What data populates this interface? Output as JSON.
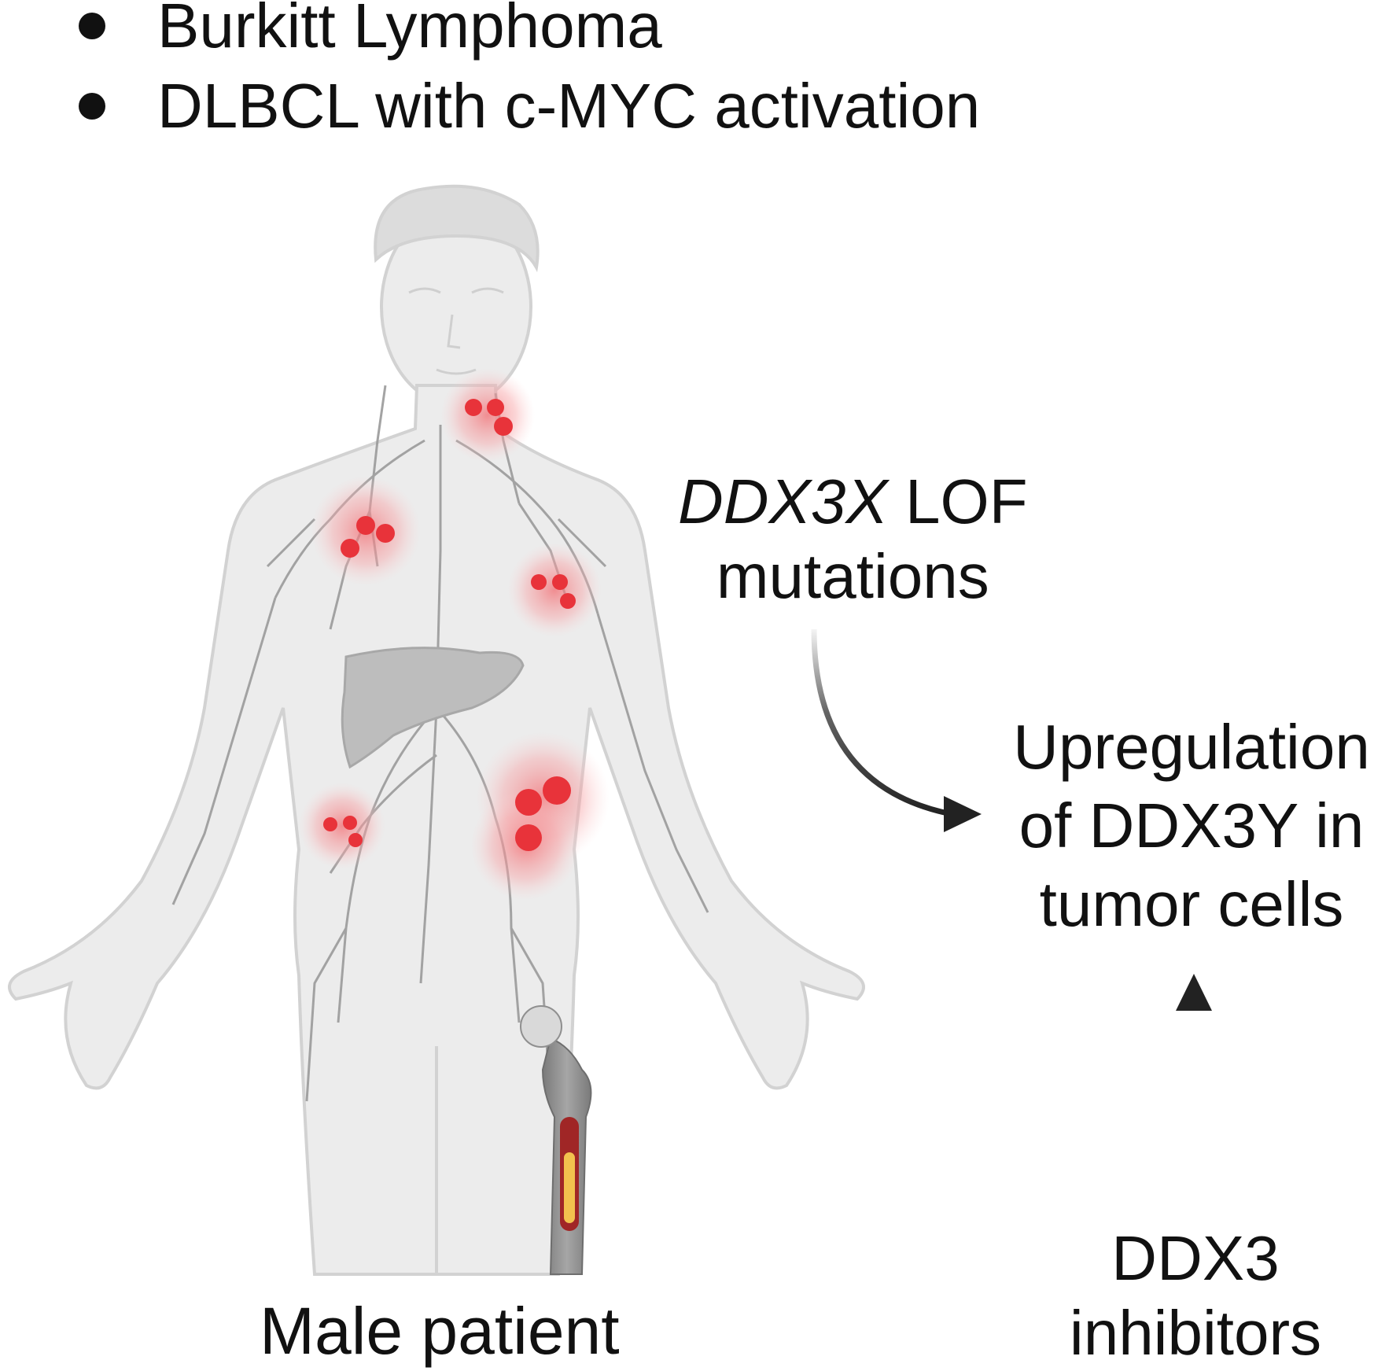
{
  "bullets": [
    "Burkitt Lymphoma",
    "DLBCL with c-MYC activation"
  ],
  "lof_label": {
    "gene": "DDX3X",
    "suffix": " LOF",
    "line2": "mutations"
  },
  "upregulation_label": {
    "line1": "Upregulation",
    "line2": "of DDX3Y in",
    "line3": "tumor cells"
  },
  "inhibitor_label": {
    "line1": "DDX3",
    "line2": "inhibitors"
  },
  "patient_label": "Male patient",
  "colors": {
    "text": "#111111",
    "body": "#ececec",
    "outline": "#d2d2d2",
    "tumor": "#e8333a",
    "bone": "#8a8a8a",
    "arrow": "#222222"
  }
}
